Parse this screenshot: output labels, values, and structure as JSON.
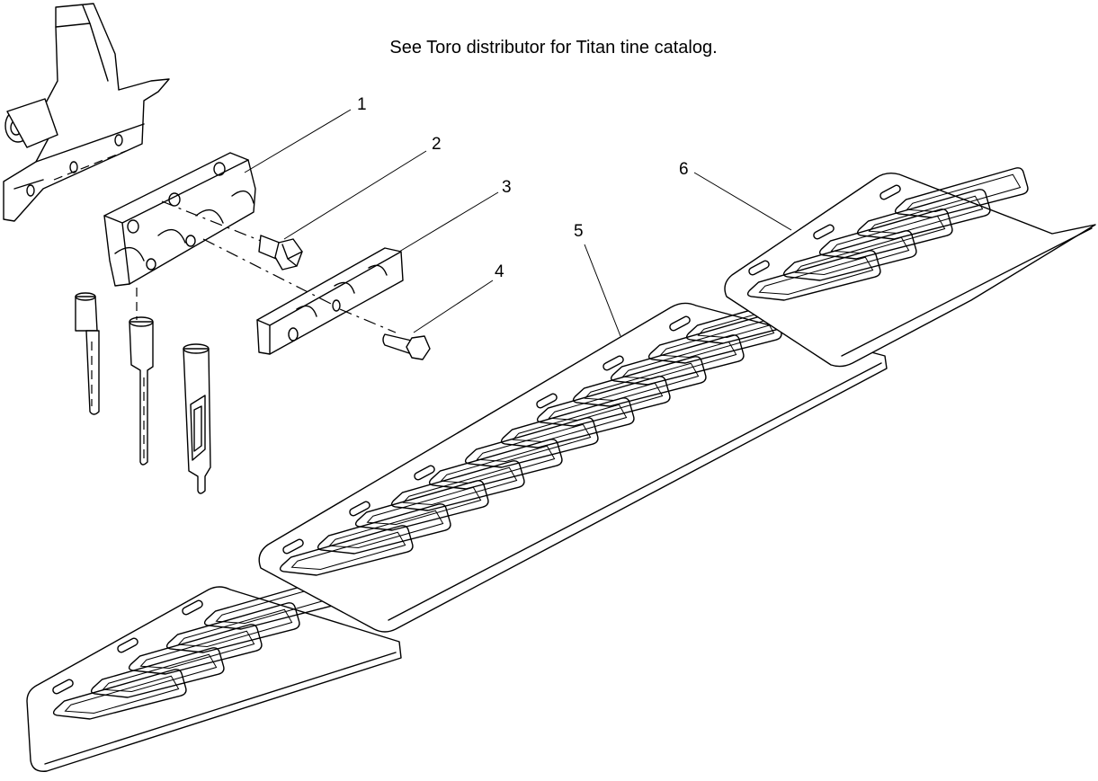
{
  "note": "See Toro distributor for Titan tine catalog.",
  "callouts": [
    {
      "label": "1"
    },
    {
      "label": "2"
    },
    {
      "label": "3"
    },
    {
      "label": "4"
    },
    {
      "label": "5"
    },
    {
      "label": "6"
    }
  ]
}
